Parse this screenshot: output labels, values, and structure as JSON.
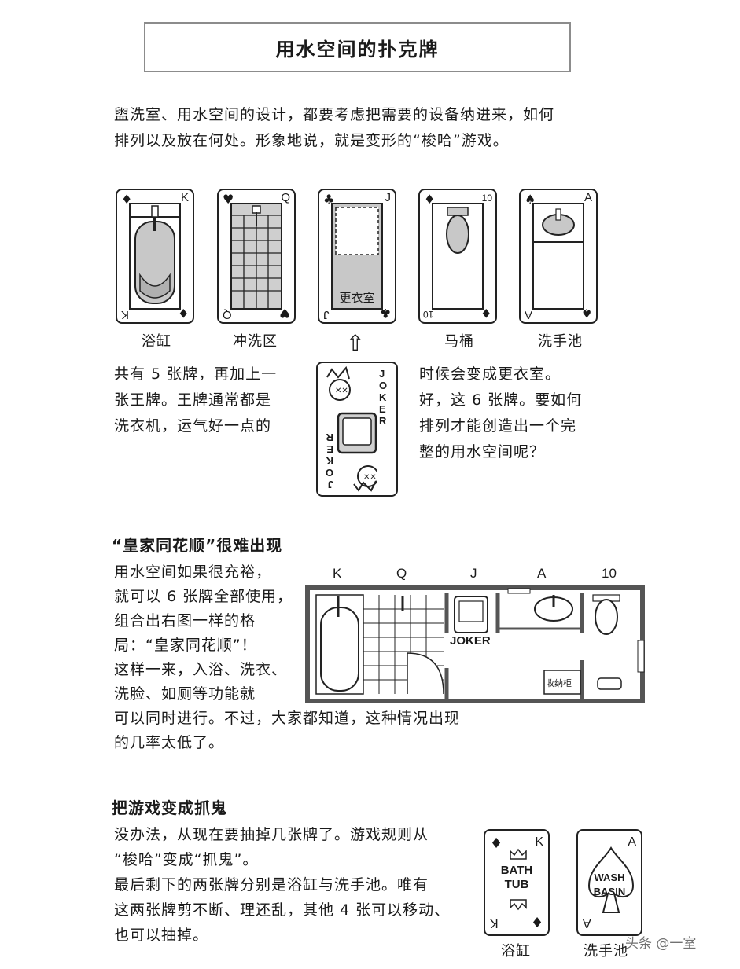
{
  "title": "用水空间的扑克牌",
  "intro": {
    "line1": "盥洗室、用水空间的设计，都要考虑把需要的设备纳进来，如何",
    "line2": "排列以及放在何处。形象地说，就是变形的“梭哈”游戏。"
  },
  "cards": [
    {
      "rank": "K",
      "suit": "♦",
      "caption": "浴缸"
    },
    {
      "rank": "Q",
      "suit": "♥",
      "caption": "冲洗区"
    },
    {
      "rank": "J",
      "suit": "♣",
      "caption": "",
      "inner_label": "更衣室"
    },
    {
      "rank": "10",
      "suit": "♦",
      "caption": "马桶"
    },
    {
      "rank": "A",
      "suit": "♠",
      "caption": "洗手池"
    }
  ],
  "arrow": "⇧",
  "joker": {
    "label": "JOKER"
  },
  "left_text": [
    "共有 5 张牌，再加上一",
    "张王牌。王牌通常都是",
    "洗衣机，运气好一点的"
  ],
  "right_text": [
    "时候会变成更衣室。",
    "好，这 6 张牌。要如何",
    "排列才能创造出一个完",
    "整的用水空间呢？"
  ],
  "section1": {
    "heading": "“皇家同花顺”很难出现",
    "lines": [
      "用水空间如果很充裕，",
      "就可以 6 张牌全部使用，",
      "组合出右图一样的格",
      "局：“皇家同花顺”！",
      "这样一来，入浴、洗衣、",
      "洗脸、如厕等功能就",
      "可以同时进行。不过，大家都知道，这种情况出现",
      "的几率太低了。"
    ],
    "plan_labels": [
      "K",
      "Q",
      "J",
      "A",
      "10"
    ],
    "plan_joker": "JOKER",
    "plan_cabinet": "收纳柜"
  },
  "section2": {
    "heading": "把游戏变成抓鬼",
    "lines": [
      "没办法，从现在要抽掉几张牌了。游戏规则从",
      "“梭哈”变成“抓鬼”。",
      "最后剩下的两张牌分别是浴缸与洗手池。唯有",
      "这两张牌剪不断、理还乱，其他 4 张可以移动、",
      "也可以抽掉。"
    ],
    "card_left": {
      "rank": "K",
      "word1": "BATH",
      "word2": "TUB",
      "caption": "浴缸"
    },
    "card_right": {
      "rank": "A",
      "word1": "WASH",
      "word2": "BASIN",
      "caption": "洗手池"
    }
  },
  "watermark": "头条 @一室",
  "colors": {
    "ink": "#1a1a1a",
    "gray_fill": "#c8c8c8",
    "wall": "#555555",
    "frame": "#8c8c8c"
  }
}
